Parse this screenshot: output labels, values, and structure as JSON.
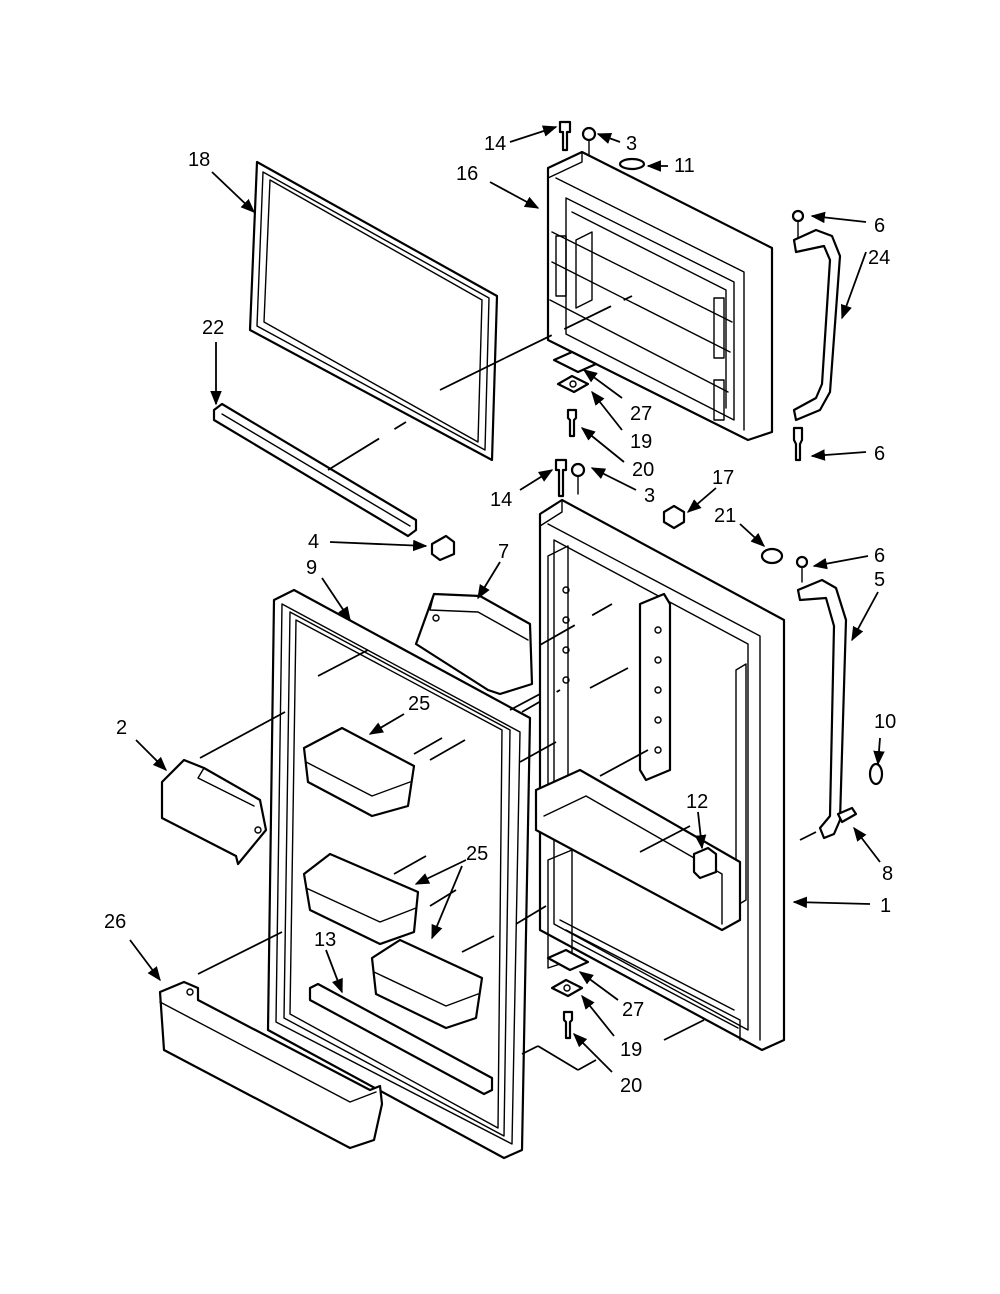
{
  "callouts": [
    {
      "id": "c14a",
      "label": "14"
    },
    {
      "id": "c3a",
      "label": "3"
    },
    {
      "id": "c11",
      "label": "11"
    },
    {
      "id": "c16",
      "label": "16"
    },
    {
      "id": "c18",
      "label": "18"
    },
    {
      "id": "c6a",
      "label": "6"
    },
    {
      "id": "c24",
      "label": "24"
    },
    {
      "id": "c22",
      "label": "22"
    },
    {
      "id": "c27a",
      "label": "27"
    },
    {
      "id": "c19a",
      "label": "19"
    },
    {
      "id": "c20a",
      "label": "20"
    },
    {
      "id": "c6b",
      "label": "6"
    },
    {
      "id": "c14b",
      "label": "14"
    },
    {
      "id": "c3b",
      "label": "3"
    },
    {
      "id": "c17",
      "label": "17"
    },
    {
      "id": "c21",
      "label": "21"
    },
    {
      "id": "c6c",
      "label": "6"
    },
    {
      "id": "c4",
      "label": "4"
    },
    {
      "id": "c7",
      "label": "7"
    },
    {
      "id": "c9",
      "label": "9"
    },
    {
      "id": "c5",
      "label": "5"
    },
    {
      "id": "c25a",
      "label": "25"
    },
    {
      "id": "c2",
      "label": "2"
    },
    {
      "id": "c10",
      "label": "10"
    },
    {
      "id": "c12",
      "label": "12"
    },
    {
      "id": "c8",
      "label": "8"
    },
    {
      "id": "c25b",
      "label": "25"
    },
    {
      "id": "c1",
      "label": "1"
    },
    {
      "id": "c26",
      "label": "26"
    },
    {
      "id": "c13",
      "label": "13"
    },
    {
      "id": "c27b",
      "label": "27"
    },
    {
      "id": "c19b",
      "label": "19"
    },
    {
      "id": "c20b",
      "label": "20"
    }
  ]
}
